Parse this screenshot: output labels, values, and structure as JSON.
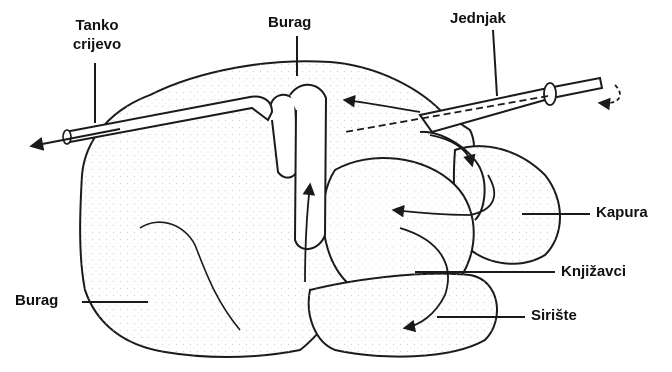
{
  "labels": {
    "small_intestine": [
      "Tanko",
      "crijevo"
    ],
    "rumen_top": "Burag",
    "esophagus": "Jednjak",
    "reticulum": "Kapura",
    "omasum": "Knjižavci",
    "rumen_left": "Burag",
    "abomasum": "Sirište"
  },
  "colors": {
    "outline": "#1a1a1a",
    "fill": "#ffffff",
    "stipple": "#b5b5b5",
    "text": "#111111"
  }
}
